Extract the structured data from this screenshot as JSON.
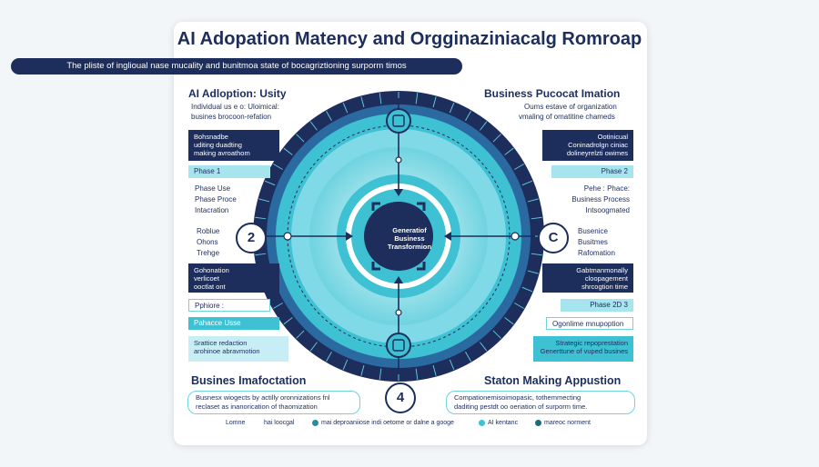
{
  "title": "AI Adopation Matency and Orgginaziniacalg Romroap",
  "subtitle": "The pliste of inglioual nase mucality  and bunitmoa state of bocagriztioning surporm timos",
  "left": {
    "heading": "AI Adloption:  Usity",
    "desc": [
      "Individual us e o: Uloimical:",
      "busines brocoon-refation"
    ],
    "block1": [
      "Bohsnadbe",
      "uditing duadting",
      "making avroathom"
    ],
    "phase1": "Phase 1",
    "phase_text": [
      "Phase Use",
      "Phase Proce",
      "Intacration"
    ],
    "mid_text": [
      "Roblue",
      "Ohons",
      "Trehge"
    ],
    "block2": [
      "Gohonation",
      "verlicoet",
      "ooctlat ont"
    ],
    "bar_a": "Pphiore :",
    "bar_b": "Pahacce Usse",
    "block3": [
      "Srattice redaction",
      "arohinoe abravmotion"
    ],
    "bottom_heading": "Busines Imafoctation",
    "bottom_desc": [
      "Busnesx wiogects by actilly oronnizations fnl",
      "reclaset as inanorication of thaomization"
    ]
  },
  "right": {
    "heading": "Business Pucocat Imation",
    "desc": [
      "Oums  estave of organization",
      "vmaling of omatitine chameds"
    ],
    "block1": [
      "Ootinicual",
      "Coninadrolgn ciniac",
      "dolineyrelzti owimes"
    ],
    "phase2": "Phase 2",
    "phase_text": [
      "Pehe : Phace:",
      "Business Process",
      "Intsoogmated"
    ],
    "mid_text": [
      "Busenice",
      "Busitmes",
      "Rafomation"
    ],
    "block2": [
      "Gabtmanmonally",
      "cloopagement",
      "shrcogtion time"
    ],
    "phase3": "Phase 2D 3",
    "bar_c": "Ogonlime mnupoption",
    "block3": [
      "Strategic repoprestation",
      "Generttune of vuped busines"
    ],
    "bottom_heading": "Staton Making Appustion",
    "bottom_desc": [
      "Compationemisoimopasic, tothemmecting",
      "daditing pestdt oo oeriation of surporm time."
    ]
  },
  "center": {
    "label": [
      "Generatiof",
      "Business",
      "Transformion"
    ]
  },
  "numbers": {
    "left": "2",
    "right": "C",
    "bottom": "4"
  },
  "legend": {
    "items": [
      "Lomne",
      "hai loocgal",
      "mai deproaniiose indi oetome or dalne a googe",
      "AI  kentanc",
      "mareoc norment"
    ]
  },
  "colors": {
    "navy": "#1d2d5c",
    "teal": "#3ec1d3",
    "light_teal": "#a6e4ee",
    "pale": "#d4f3f8"
  }
}
